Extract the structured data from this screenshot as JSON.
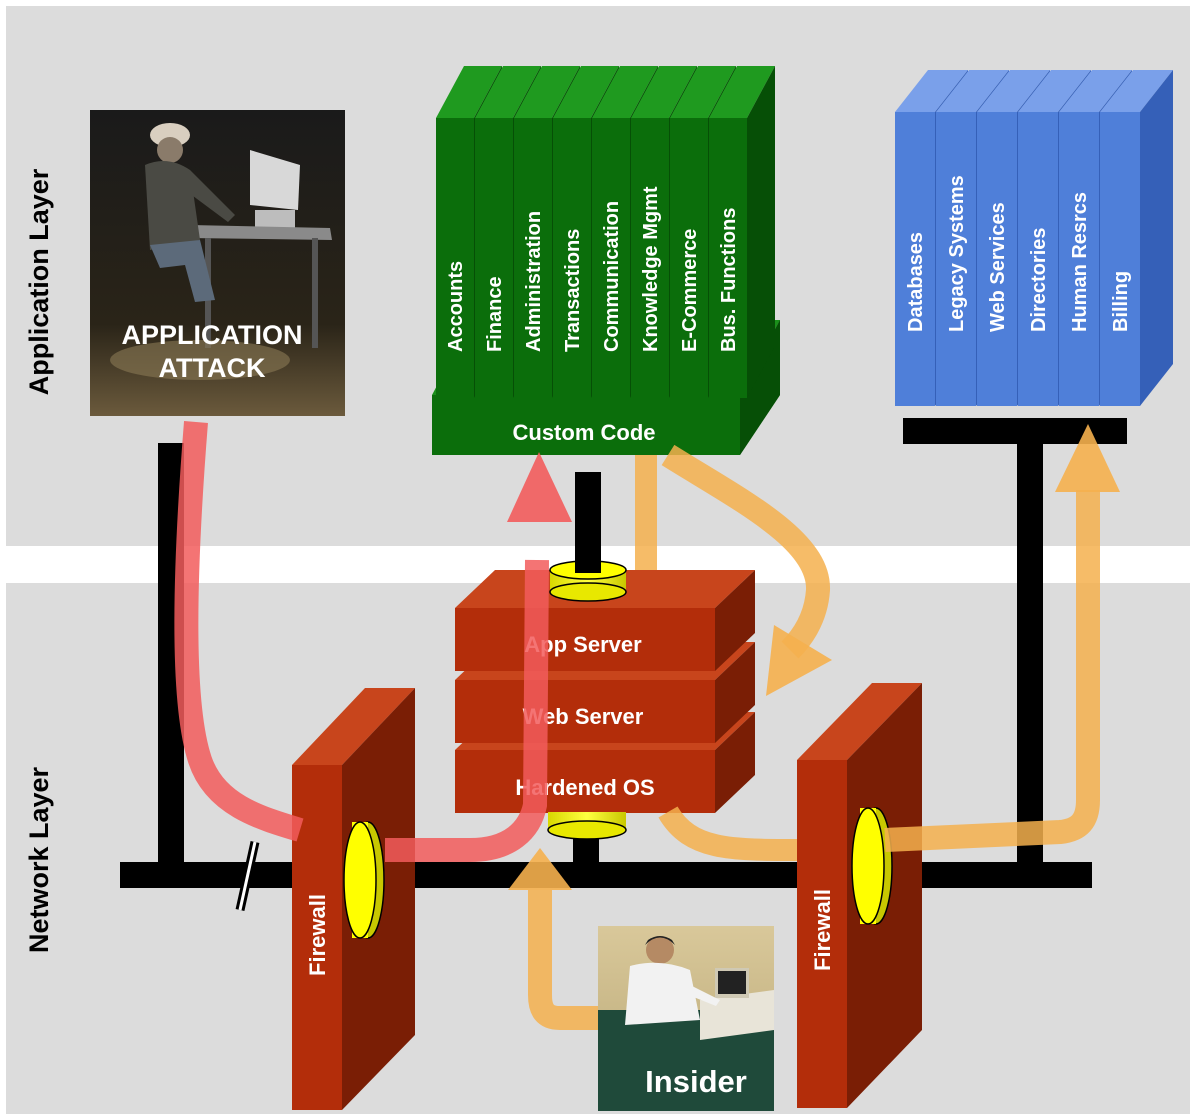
{
  "layers": {
    "application": "Application Layer",
    "network": "Network Layer"
  },
  "attacker": {
    "label_line1": "APPLICATION",
    "label_line2": "ATTACK"
  },
  "custom_code": {
    "base_label": "Custom Code",
    "modules": [
      "Accounts",
      "Finance",
      "Administration",
      "Transactions",
      "Communication",
      "Knowledge Mgmt",
      "E-Commerce",
      "Bus. Functions"
    ]
  },
  "backend": {
    "modules": [
      "Databases",
      "Legacy Systems",
      "Web Services",
      "Directories",
      "Human Resrcs",
      "Billing"
    ]
  },
  "server_stack": {
    "app_server": "App Server",
    "web_server": "Web Server",
    "hardened_os": "Hardened OS"
  },
  "firewalls": {
    "left": "Firewall",
    "right": "Firewall"
  },
  "insider": {
    "label": "Insider"
  },
  "colors": {
    "layer_bg": "#dcdcdc",
    "custom_code_green": "#0b6e0b",
    "backend_blue": "#4f7fd9",
    "server_red": "#b32d0a",
    "attack_arrow": "#f25c5c",
    "insider_arrow": "#f5b04e",
    "cylinder_yellow": "#ffff00"
  }
}
